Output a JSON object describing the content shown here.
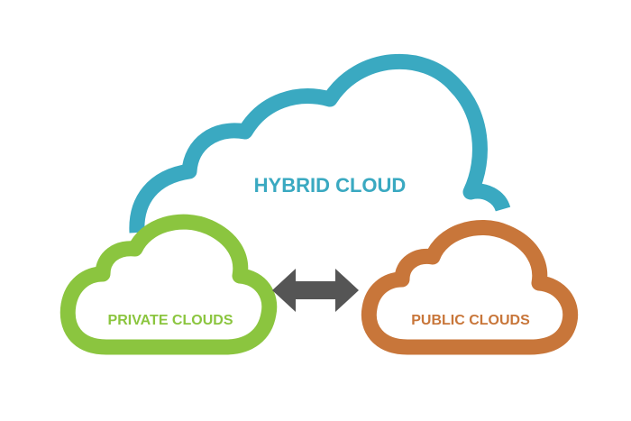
{
  "diagram": {
    "hybrid_label": "HYBRID CLOUD",
    "private_label": "PRIVATE CLOUDS",
    "public_label": "PUBLIC CLOUDS",
    "connector": "bidirectional-arrow"
  },
  "colors": {
    "hybrid": "#3aa9c1",
    "private": "#8bc53f",
    "public": "#c8763a",
    "arrow": "#555555",
    "background": "#ffffff"
  }
}
